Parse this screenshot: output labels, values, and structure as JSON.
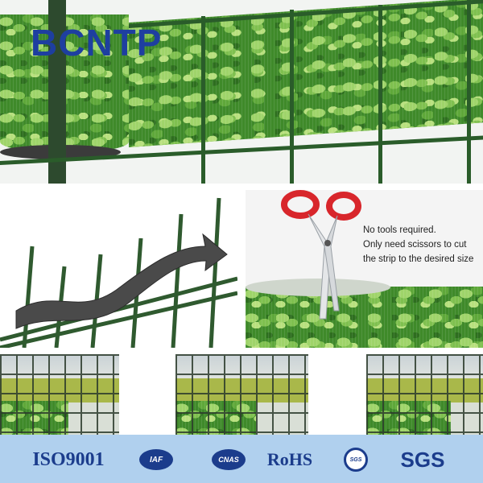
{
  "brand": {
    "logo_text": "BCNTP",
    "logo_color": "#1e3fa0"
  },
  "cut_info": {
    "lines": [
      "No tools required.",
      "Only need scissors to cut",
      "the strip to the desired size"
    ]
  },
  "certifications": [
    {
      "label": "ISO9001",
      "kind": "text"
    },
    {
      "label": "IAF",
      "kind": "badge"
    },
    {
      "label": "CNAS",
      "kind": "badge"
    },
    {
      "label": "RoHS",
      "kind": "text"
    },
    {
      "label": "SGS",
      "kind": "badge"
    },
    {
      "label": "SGS",
      "kind": "text"
    }
  ],
  "colors": {
    "cert_band": "#b0d0ee",
    "cert_text": "#1b3c8c",
    "fence_green": "#2a5c2a",
    "scissor_handle": "#d8262b"
  },
  "icons": {
    "arrow": "arrow-right-icon",
    "scissors": "scissors-icon"
  }
}
